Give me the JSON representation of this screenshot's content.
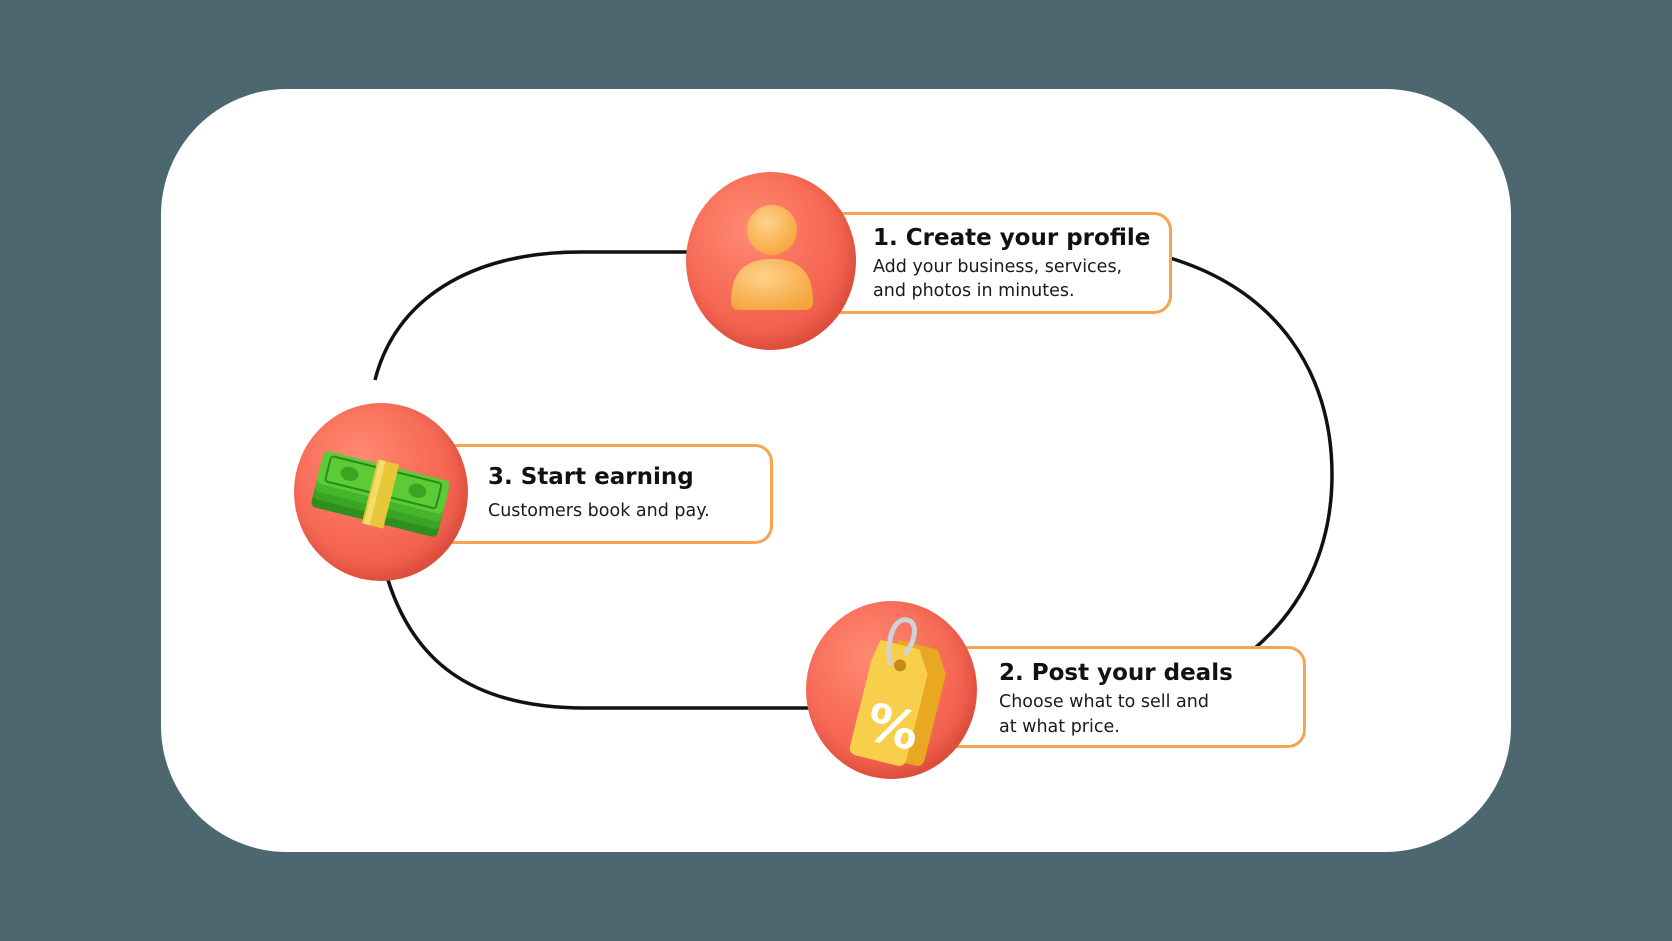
{
  "colors": {
    "background": "#4d6770",
    "card": "#ffffff",
    "accent_border": "#f7a350",
    "icon_circle": "#f76b57",
    "loop_line": "#111111"
  },
  "steps": [
    {
      "title": "1. Create your profile",
      "description_line1": "Add your business, services,",
      "description_line2": "and photos in minutes.",
      "icon": "user-profile-icon"
    },
    {
      "title": "2. Post your deals",
      "description_line1": "Choose what to sell and",
      "description_line2": "at what price.",
      "icon": "discount-tag-icon"
    },
    {
      "title": "3. Start earning",
      "description_line1": "Customers book and pay.",
      "description_line2": "",
      "icon": "money-stack-icon"
    }
  ]
}
